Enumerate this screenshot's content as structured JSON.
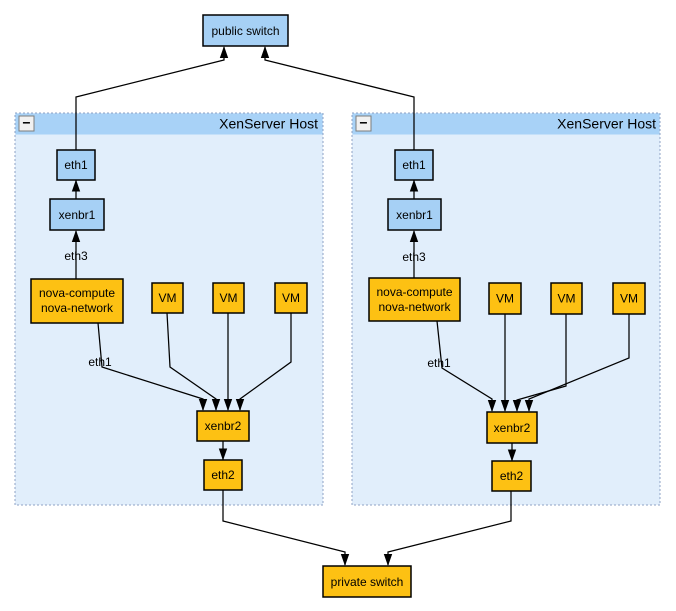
{
  "colors": {
    "node_blue": "#a6d0f5",
    "host_header_blue": "#a8d2f7",
    "host_body_blue": "#e1eefb",
    "node_orange": "#fdc113",
    "edge_color": "#000000"
  },
  "public_switch": {
    "label": "public switch"
  },
  "private_switch": {
    "label": "private switch"
  },
  "hosts": [
    {
      "title": "XenServer Host",
      "collapse_glyph": "−",
      "nodes": {
        "eth1": "eth1",
        "xenbr1": "xenbr1",
        "nova_line1": "nova-compute",
        "nova_line2": "nova-network",
        "vms": [
          "VM",
          "VM",
          "VM"
        ],
        "xenbr2": "xenbr2",
        "eth2": "eth2"
      },
      "edge_labels": {
        "nova_to_xenbr1": "eth3",
        "nova_to_xenbr2": "eth1"
      }
    },
    {
      "title": "XenServer Host",
      "collapse_glyph": "−",
      "nodes": {
        "eth1": "eth1",
        "xenbr1": "xenbr1",
        "nova_line1": "nova-compute",
        "nova_line2": "nova-network",
        "vms": [
          "VM",
          "VM",
          "VM"
        ],
        "xenbr2": "xenbr2",
        "eth2": "eth2"
      },
      "edge_labels": {
        "nova_to_xenbr1": "eth3",
        "nova_to_xenbr2": "eth1"
      }
    }
  ]
}
